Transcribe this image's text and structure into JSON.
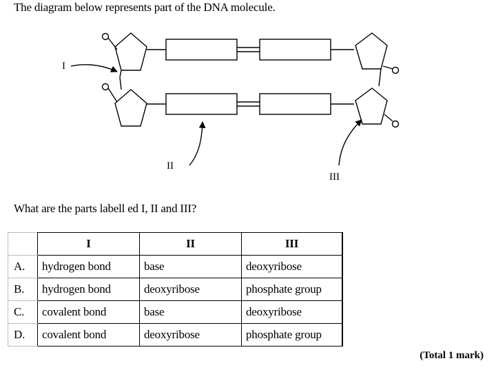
{
  "intro_text": "The diagram below represents part of the DNA molecule.",
  "diagram": {
    "labels": {
      "one": "I",
      "two": "II",
      "three": "III"
    }
  },
  "question_text": "What are the parts labell ed I, II and III?",
  "table": {
    "headers": [
      "I",
      "II",
      "III"
    ],
    "rows": [
      {
        "letter": "A.",
        "cells": [
          "hydrogen bond",
          "base",
          "deoxyribose"
        ]
      },
      {
        "letter": "B.",
        "cells": [
          "hydrogen bond",
          "deoxyribose",
          "phosphate group"
        ]
      },
      {
        "letter": "C.",
        "cells": [
          "covalent bond",
          "base",
          "deoxyribose"
        ]
      },
      {
        "letter": "D.",
        "cells": [
          "covalent bond",
          "deoxyribose",
          "phosphate group"
        ]
      }
    ]
  },
  "total_mark": "(Total 1 mark)"
}
